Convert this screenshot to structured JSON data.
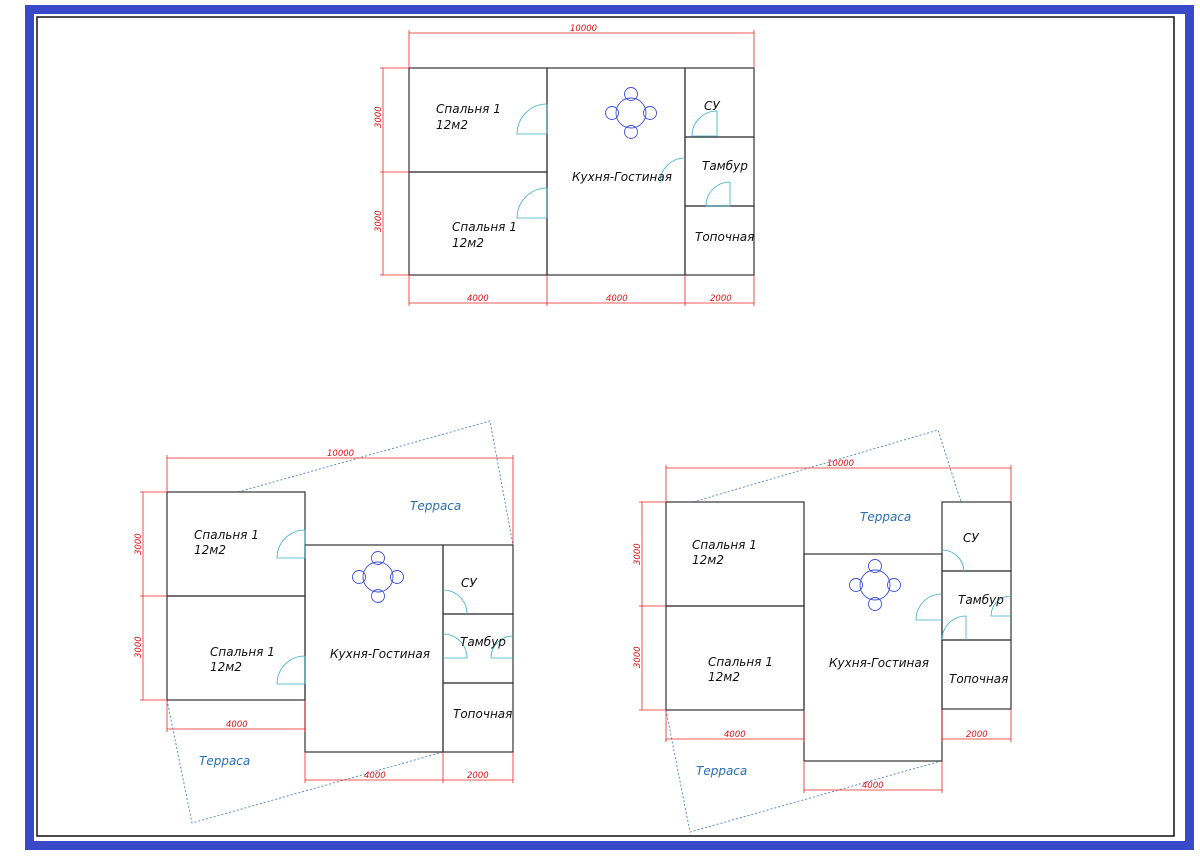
{
  "colors": {
    "border": "#3a49c8",
    "wall": "#333333",
    "dimension": "#e22222",
    "terrace": "#4a86c8",
    "door": "#3ab0c8",
    "furniture": "#3b4fd8"
  },
  "plan_top": {
    "rooms": {
      "bedroom_a": {
        "name": "Спальня 1",
        "area": "12м2"
      },
      "bedroom_b": {
        "name": "Спальня 1",
        "area": "12м2"
      },
      "kitchen": "Кухня-Гостиная",
      "bath": "СУ",
      "vestibule": "Тамбур",
      "boiler": "Топочная"
    },
    "dims": {
      "total_width": "10000",
      "height_upper": "3000",
      "height_lower": "3000",
      "width_left": "4000",
      "width_middle": "4000",
      "width_right": "2000"
    }
  },
  "plan_left": {
    "rooms": {
      "bedroom_a": {
        "name": "Спальня 1",
        "area": "12м2"
      },
      "bedroom_b": {
        "name": "Спальня 1",
        "area": "12м2"
      },
      "kitchen": "Кухня-Гостиная",
      "bath": "СУ",
      "vestibule": "Тамбур",
      "boiler": "Топочная"
    },
    "terraces": [
      "Терраса",
      "Терраса"
    ],
    "dims": {
      "total_width": "10000",
      "height_upper": "3000",
      "height_lower": "3000",
      "width_left": "4000",
      "width_middle": "4000",
      "width_right": "2000"
    }
  },
  "plan_right": {
    "rooms": {
      "bedroom_a": {
        "name": "Спальня 1",
        "area": "12м2"
      },
      "bedroom_b": {
        "name": "Спальня 1",
        "area": "12м2"
      },
      "kitchen": "Кухня-Гостиная",
      "bath": "СУ",
      "vestibule": "Тамбур",
      "boiler": "Топочная"
    },
    "terraces": [
      "Терраса",
      "Терраса"
    ],
    "dims": {
      "total_width": "10000",
      "height_upper": "3000",
      "height_lower": "3000",
      "width_left": "4000",
      "width_middle": "4000",
      "width_right": "2000"
    }
  }
}
